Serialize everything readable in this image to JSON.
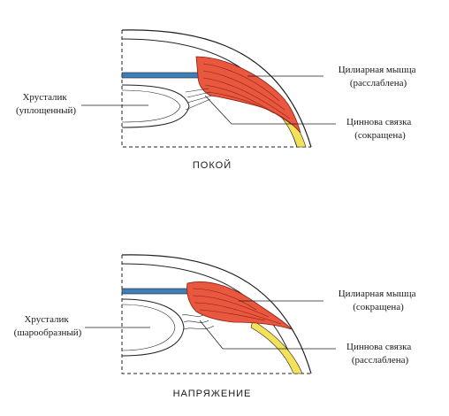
{
  "panels": [
    {
      "caption": "ПОКОЙ",
      "lens_label": [
        "Хрусталик",
        "(уплощенный)"
      ],
      "muscle_label": [
        "Цилиарная мышца",
        "(расслаблена)"
      ],
      "zonule_label": [
        "Циннова связка",
        "(сокращена)"
      ]
    },
    {
      "caption": "НАПРЯЖЕНИЕ",
      "lens_label": [
        "Хрусталик",
        "(шарообразный)"
      ],
      "muscle_label": [
        "Цилиарная мышца",
        "(сокращена)"
      ],
      "zonule_label": [
        "Циннова связка",
        "(расслаблена)"
      ]
    }
  ],
  "colors": {
    "muscle": "#e8573e",
    "muscle_stripe": "#8a1f12",
    "sclera_band": "#f4e15a",
    "iris": "#3f7fb8",
    "line": "#222222"
  }
}
